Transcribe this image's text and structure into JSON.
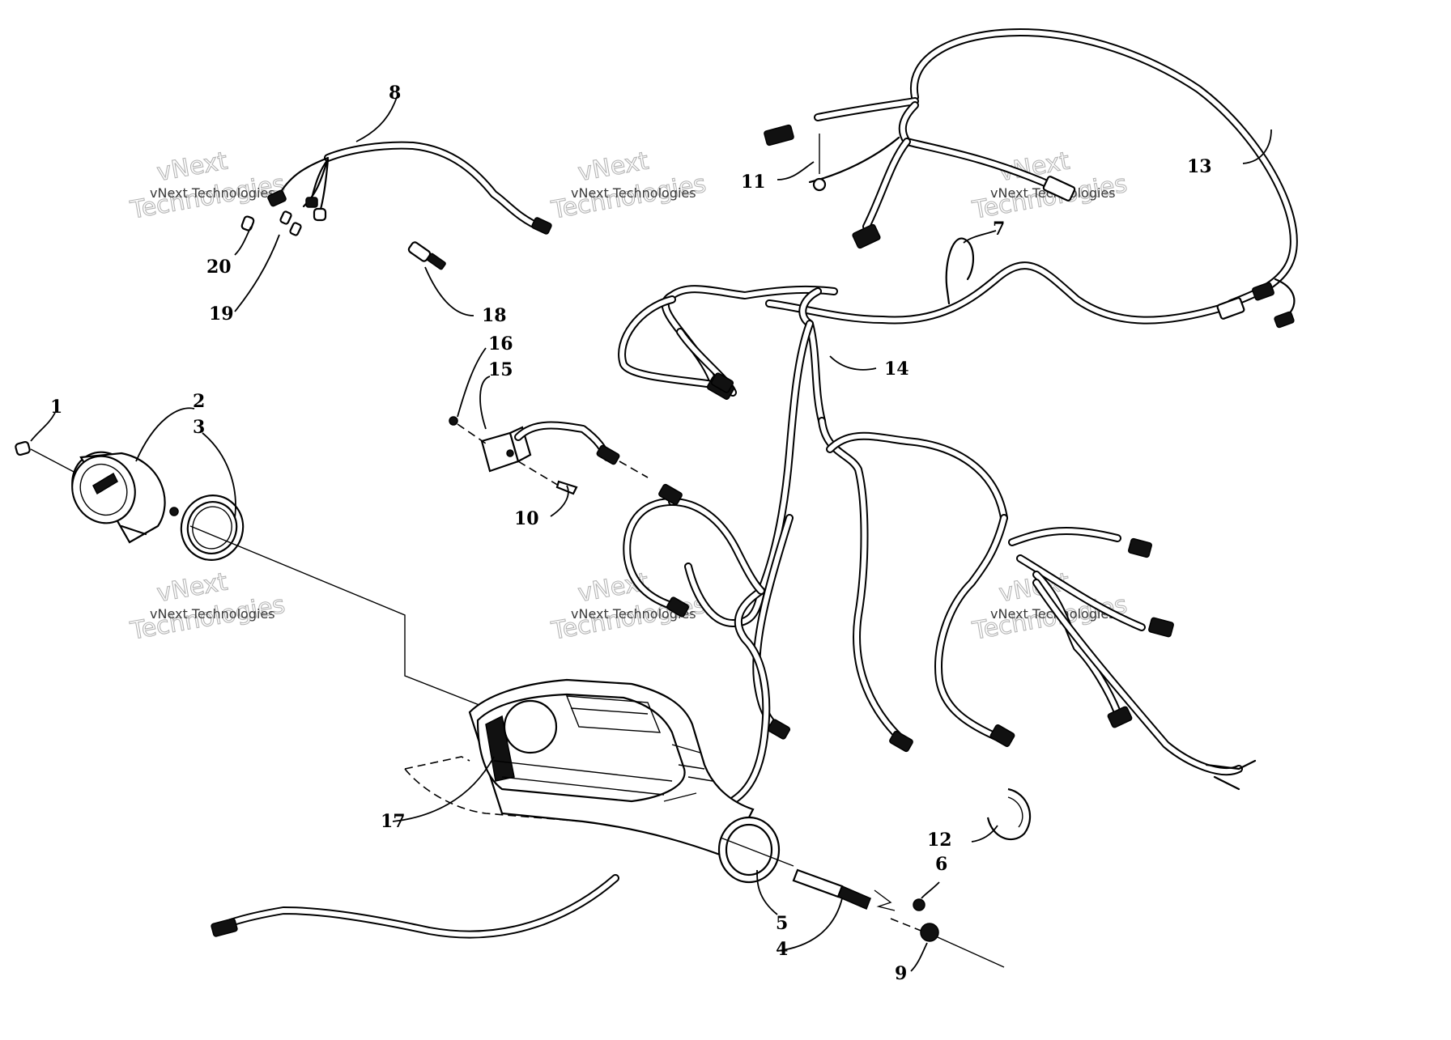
{
  "diagram": {
    "callouts": [
      {
        "id": "c1",
        "label": "1"
      },
      {
        "id": "c2",
        "label": "2"
      },
      {
        "id": "c3",
        "label": "3"
      },
      {
        "id": "c4",
        "label": "4"
      },
      {
        "id": "c5",
        "label": "5"
      },
      {
        "id": "c6",
        "label": "6"
      },
      {
        "id": "c7",
        "label": "7"
      },
      {
        "id": "c8",
        "label": "8"
      },
      {
        "id": "c9",
        "label": "9"
      },
      {
        "id": "c10",
        "label": "10"
      },
      {
        "id": "c11",
        "label": "11"
      },
      {
        "id": "c12",
        "label": "12"
      },
      {
        "id": "c13",
        "label": "13"
      },
      {
        "id": "c14",
        "label": "14"
      },
      {
        "id": "c15",
        "label": "15"
      },
      {
        "id": "c16",
        "label": "16"
      },
      {
        "id": "c17",
        "label": "17"
      },
      {
        "id": "c18",
        "label": "18"
      },
      {
        "id": "c19",
        "label": "19"
      },
      {
        "id": "c20",
        "label": "20"
      }
    ]
  },
  "watermark": {
    "brand_big_line1": "vNext",
    "brand_big_line2": "Technologies",
    "brand_small": "vNext Technologies"
  }
}
